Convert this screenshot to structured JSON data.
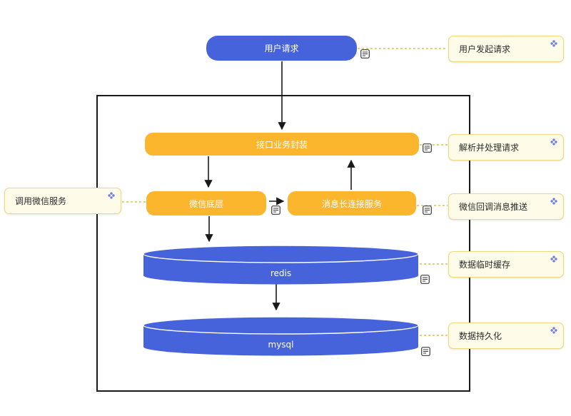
{
  "nodes": {
    "user_request": "用户请求",
    "api_wrapper": "接口业务封装",
    "wechat_layer": "微信底层",
    "msg_service": "消息长连接服务",
    "redis": "redis",
    "mysql": "mysql"
  },
  "annotations": {
    "user_initiates": "用户发起请求",
    "parse_handle": "解析并处理请求",
    "call_wechat": "调用微信服务",
    "wechat_callback": "微信回调消息推送",
    "temp_cache": "数据临时缓存",
    "persistence": "数据持久化"
  },
  "icons": {
    "note": "note-icon",
    "sparkle": "sparkle-icon"
  },
  "colors": {
    "node_blue": "#4663DB",
    "node_orange": "#FBB62E",
    "annotation_bg": "#FEFCE8",
    "annotation_border": "#EDD87F",
    "connector_gold": "#E3BE4B",
    "arrow_black": "#1A1A1A",
    "label_on_fill": "#FFFFFF",
    "annotation_text": "#2B2B2B"
  }
}
